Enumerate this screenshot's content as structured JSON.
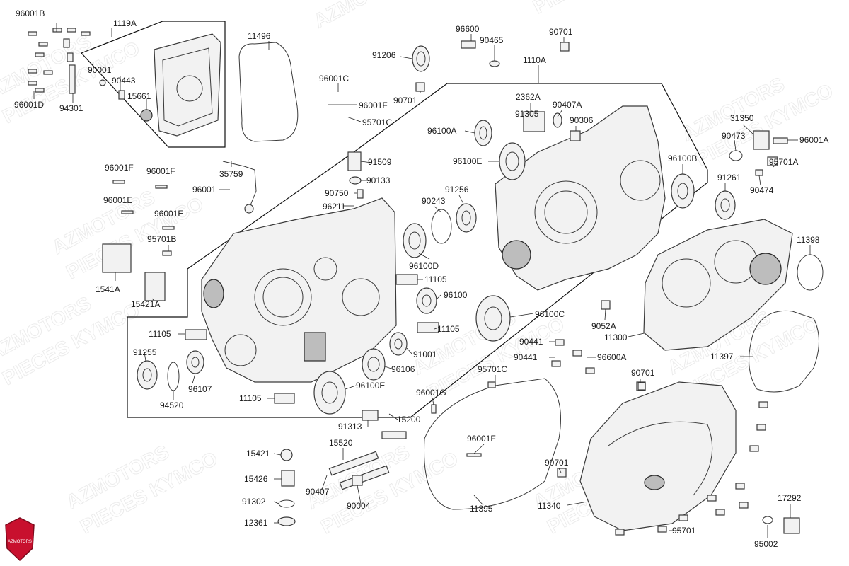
{
  "brand": {
    "logo_text": "AZMOTORS",
    "logo_color": "#c8102e"
  },
  "watermark": {
    "line1": "AZMOTORS",
    "line2": "PIECES KYMCO"
  },
  "parts": [
    {
      "id": "p1",
      "label": "96001B"
    },
    {
      "id": "p2",
      "label": "1119A"
    },
    {
      "id": "p3",
      "label": "11496"
    },
    {
      "id": "p4",
      "label": "96600"
    },
    {
      "id": "p5",
      "label": "90701"
    },
    {
      "id": "p6",
      "label": "90465"
    },
    {
      "id": "p7",
      "label": "91206"
    },
    {
      "id": "p8",
      "label": "1110A"
    },
    {
      "id": "p9",
      "label": "90001"
    },
    {
      "id": "p10",
      "label": "90443"
    },
    {
      "id": "p11",
      "label": "15661"
    },
    {
      "id": "p12",
      "label": "96001D"
    },
    {
      "id": "p13",
      "label": "94301"
    },
    {
      "id": "p14",
      "label": "96001C"
    },
    {
      "id": "p15",
      "label": "96001F"
    },
    {
      "id": "p16",
      "label": "95701C"
    },
    {
      "id": "p17",
      "label": "90701"
    },
    {
      "id": "p18",
      "label": "2362A"
    },
    {
      "id": "p19",
      "label": "91305"
    },
    {
      "id": "p20",
      "label": "90407A"
    },
    {
      "id": "p21",
      "label": "90306"
    },
    {
      "id": "p22",
      "label": "31350"
    },
    {
      "id": "p23",
      "label": "96100A"
    },
    {
      "id": "p24",
      "label": "90473"
    },
    {
      "id": "p25",
      "label": "96001A"
    },
    {
      "id": "p26",
      "label": "96100E"
    },
    {
      "id": "p27",
      "label": "96100B"
    },
    {
      "id": "p28",
      "label": "95701A"
    },
    {
      "id": "p29",
      "label": "90474"
    },
    {
      "id": "p30",
      "label": "91509"
    },
    {
      "id": "p31",
      "label": "96001F"
    },
    {
      "id": "p32",
      "label": "96001F"
    },
    {
      "id": "p33",
      "label": "35759"
    },
    {
      "id": "p34",
      "label": "90133"
    },
    {
      "id": "p35",
      "label": "96001"
    },
    {
      "id": "p36",
      "label": "90750"
    },
    {
      "id": "p37",
      "label": "91256"
    },
    {
      "id": "p38",
      "label": "91261"
    },
    {
      "id": "p39",
      "label": "96001E"
    },
    {
      "id": "p40",
      "label": "96211"
    },
    {
      "id": "p41",
      "label": "90243"
    },
    {
      "id": "p42",
      "label": "96001E"
    },
    {
      "id": "p43",
      "label": "11398"
    },
    {
      "id": "p44",
      "label": "95701B"
    },
    {
      "id": "p45",
      "label": "96100D"
    },
    {
      "id": "p46",
      "label": "1541A"
    },
    {
      "id": "p47",
      "label": "11105"
    },
    {
      "id": "p48",
      "label": "96100"
    },
    {
      "id": "p49",
      "label": "15421A"
    },
    {
      "id": "p50",
      "label": "9052A"
    },
    {
      "id": "p51",
      "label": "96100C"
    },
    {
      "id": "p52",
      "label": "11105"
    },
    {
      "id": "p53",
      "label": "11105"
    },
    {
      "id": "p54",
      "label": "11300"
    },
    {
      "id": "p55",
      "label": "90441"
    },
    {
      "id": "p56",
      "label": "91255"
    },
    {
      "id": "p57",
      "label": "91001"
    },
    {
      "id": "p58",
      "label": "90441"
    },
    {
      "id": "p59",
      "label": "96600A"
    },
    {
      "id": "p60",
      "label": "11397"
    },
    {
      "id": "p61",
      "label": "96107"
    },
    {
      "id": "p62",
      "label": "96106"
    },
    {
      "id": "p63",
      "label": "95701C"
    },
    {
      "id": "p64",
      "label": "90701"
    },
    {
      "id": "p65",
      "label": "94520"
    },
    {
      "id": "p66",
      "label": "96100E"
    },
    {
      "id": "p67",
      "label": "11105"
    },
    {
      "id": "p68",
      "label": "96001G"
    },
    {
      "id": "p69",
      "label": "91313"
    },
    {
      "id": "p70",
      "label": "15200"
    },
    {
      "id": "p71",
      "label": "96001F"
    },
    {
      "id": "p72",
      "label": "15421"
    },
    {
      "id": "p73",
      "label": "15520"
    },
    {
      "id": "p74",
      "label": "90701"
    },
    {
      "id": "p75",
      "label": "15426"
    },
    {
      "id": "p76",
      "label": "90407"
    },
    {
      "id": "p77",
      "label": "91302"
    },
    {
      "id": "p78",
      "label": "90004"
    },
    {
      "id": "p79",
      "label": "11395"
    },
    {
      "id": "p80",
      "label": "11340"
    },
    {
      "id": "p81",
      "label": "17292"
    },
    {
      "id": "p82",
      "label": "12361"
    },
    {
      "id": "p83",
      "label": "95701"
    },
    {
      "id": "p84",
      "label": "95002"
    }
  ]
}
